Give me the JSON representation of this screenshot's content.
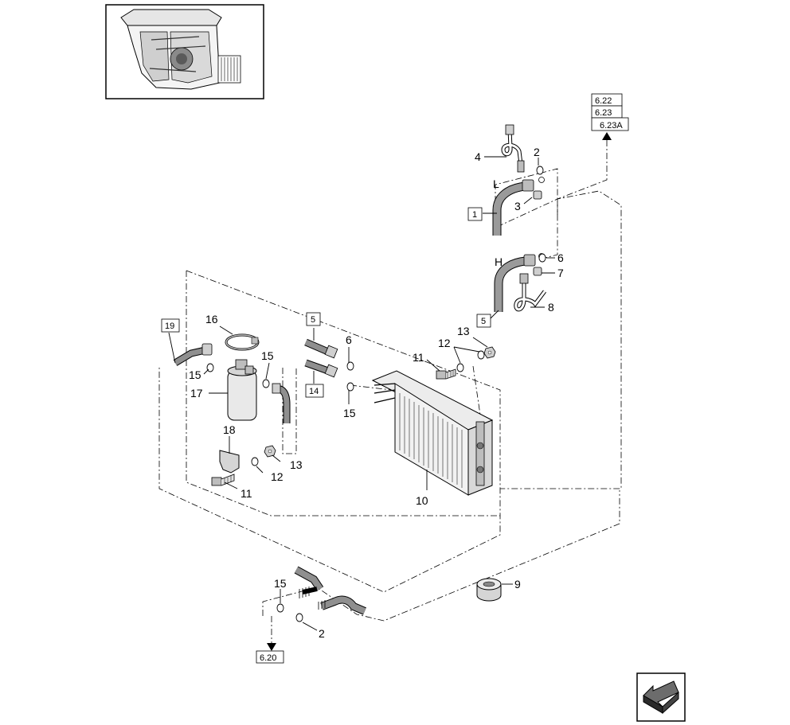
{
  "callouts": {
    "c1": "1",
    "c2a": "2",
    "c2b": "2",
    "c3": "3",
    "c4": "4",
    "c5a": "5",
    "c5b": "5",
    "c6a": "6",
    "c6b": "6",
    "c7": "7",
    "c8": "8",
    "c9": "9",
    "c10": "10",
    "c11a": "11",
    "c11b": "11",
    "c12a": "12",
    "c12b": "12",
    "c13a": "13",
    "c13b": "13",
    "c14": "14",
    "c15a": "15",
    "c15b": "15",
    "c15c": "15",
    "c15d": "15",
    "c16": "16",
    "c17": "17",
    "c18": "18",
    "c19": "19",
    "L": "L",
    "H": "H"
  },
  "references": {
    "r622": "6.22",
    "r623": "6.23",
    "r623a": "6.23A",
    "r620": "6.20"
  },
  "icons": {
    "overview": "tractor-cab-overview-thumbnail",
    "nav": "previous-page-arrow-icon"
  }
}
